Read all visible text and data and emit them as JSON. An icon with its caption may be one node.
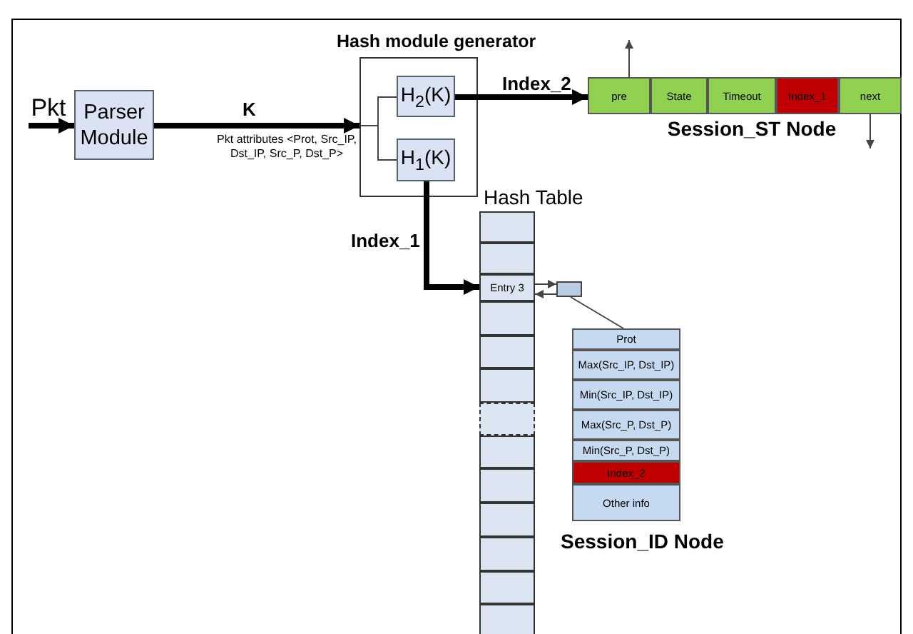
{
  "diagram": {
    "nodes": [
      {
        "text": [
          "Pkt"
        ]
      },
      {
        "text": [
          "Parser Module"
        ]
      },
      {
        "text": [
          "Hash module generator"
        ]
      },
      {
        "text": [
          "H$_{2}$(K)"
        ],
        "in": 2
      },
      {
        "text": [
          "H$_{1}$(K)"
        ],
        "in": 2
      },
      {
        "text": [
          "Session_ST Node"
        ]
      },
      {
        "text": [
          "pre"
        ],
        "in": 5
      },
      {
        "text": [
          "State"
        ],
        "in": 5
      },
      {
        "text": [
          "Timeout"
        ],
        "in": 5
      },
      {
        "text": [
          "Index_1"
        ],
        "in": 5
      },
      {
        "text": [
          "next"
        ],
        "in": 5
      },
      {
        "text": [
          "Hash Table"
        ]
      },
      {
        "text": [],
        "shape": "box",
        "in": 11
      },
      {
        "text": [],
        "shape": "box",
        "in": 11
      },
      {
        "text": [
          "Entry 3"
        ],
        "in": 11
      },
      {
        "text": [],
        "shape": "box",
        "in": 11
      },
      {
        "text": [],
        "shape": "box",
        "in": 11
      },
      {
        "text": [],
        "shape": "box",
        "in": 11
      },
      {
        "text": [],
        "shape": "box",
        "in": 11
      },
      {
        "text": [],
        "shape": "box",
        "in": 11
      },
      {
        "text": [],
        "shape": "box",
        "in": 11
      },
      {
        "text": [],
        "shape": "box",
        "in": 11
      },
      {
        "text": [],
        "shape": "box",
        "in": 11
      },
      {
        "text": [],
        "shape": "box",
        "in": 11
      },
      {
        "text": [],
        "shape": "box",
        "in": 11
      },
      {
        "text": [],
        "shape": "box"
      },
      {
        "text": [
          "Session_ID Node"
        ]
      },
      {
        "text": [
          "Prot"
        ],
        "in": 26
      },
      {
        "text": [
          "Max(Src_IP, Dst_IP)"
        ],
        "in": 26
      },
      {
        "text": [
          "Min(Src_IP, Dst_IP)"
        ],
        "in": 26
      },
      {
        "text": [
          "Max(Src_P, Dst_P)"
        ],
        "in": 26
      },
      {
        "text": [
          "Min(Src_P, Dst_P)"
        ],
        "in": 26
      },
      {
        "text": [
          "Index_2"
        ],
        "in": 26
      },
      {
        "text": [
          "Other info"
        ],
        "in": 26
      }
    ],
    "edges": [
      {
        "from": 0,
        "to": 1,
        "arrow": "to",
        "style": "thick"
      },
      {
        "from": 1,
        "to": 2,
        "arrow": "to",
        "label": "K",
        "style": "thick"
      },
      {
        "from": 2,
        "to": 3,
        "arrow": "none"
      },
      {
        "from": 2,
        "to": 4,
        "arrow": "none"
      },
      {
        "from": 3,
        "to": 6,
        "arrow": "to",
        "label": "Index_2",
        "style": "thick"
      },
      {
        "from": 6,
        "to": null,
        "arrow": "to"
      },
      {
        "from": 10,
        "to": null,
        "arrow": "to"
      },
      {
        "from": 4,
        "to": 14,
        "arrow": "to",
        "label": "Index_1",
        "style": "thick"
      },
      {
        "from": 14,
        "to": 25,
        "arrow": "to"
      },
      {
        "from": 25,
        "to": 14,
        "arrow": "to"
      },
      {
        "from": 25,
        "to": 26,
        "arrow": "none"
      }
    ],
    "labels": [
      "Pkt attributes <Prot, Src_IP, Dst_IP, Src_P, Dst_P>"
    ]
  }
}
